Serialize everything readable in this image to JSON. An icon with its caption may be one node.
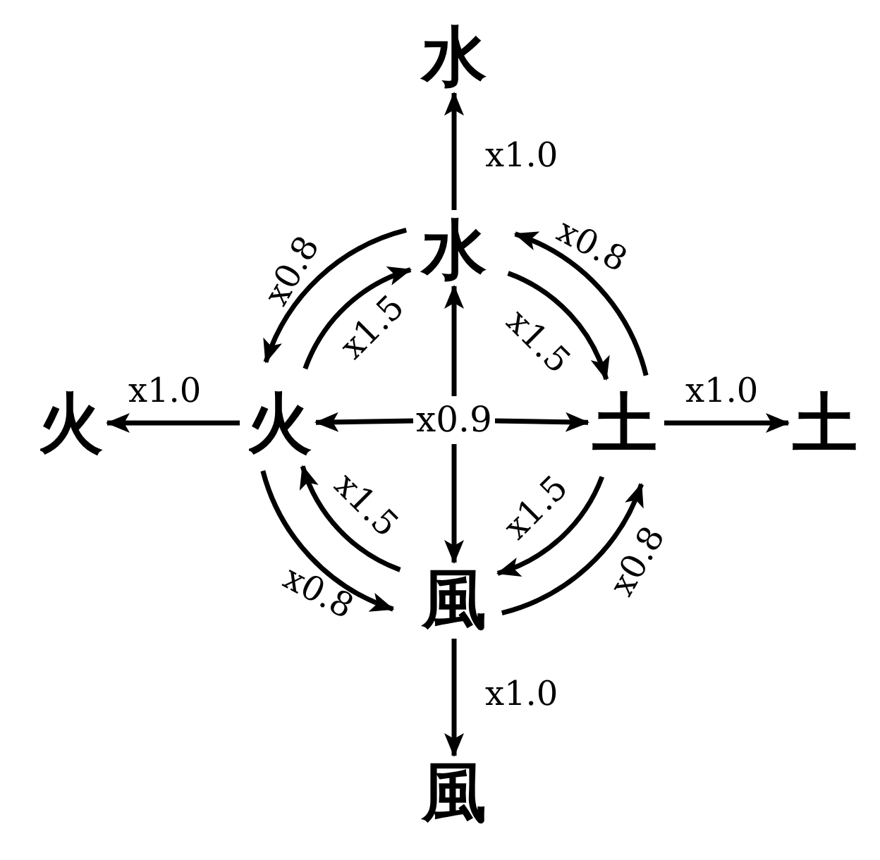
{
  "diagram": {
    "nodes": [
      {
        "text": [
          "水"
        ]
      },
      {
        "text": [
          "水"
        ]
      },
      {
        "text": [
          "火"
        ]
      },
      {
        "text": [
          "火"
        ]
      },
      {
        "text": [
          "土"
        ]
      },
      {
        "text": [
          "土"
        ]
      },
      {
        "text": [
          "風"
        ]
      },
      {
        "text": [
          "風"
        ]
      },
      {
        "text": [
          "x0.9"
        ]
      }
    ],
    "edges": [
      {
        "from": 1,
        "to": 0,
        "arrow": "to",
        "label": "x1.0"
      },
      {
        "from": 3,
        "to": 2,
        "arrow": "to",
        "label": "x1.0"
      },
      {
        "from": 4,
        "to": 5,
        "arrow": "to",
        "label": "x1.0"
      },
      {
        "from": 6,
        "to": 7,
        "arrow": "to",
        "label": "x1.0"
      },
      {
        "from": 8,
        "to": 1,
        "arrow": "to"
      },
      {
        "from": 8,
        "to": 3,
        "arrow": "to"
      },
      {
        "from": 8,
        "to": 4,
        "arrow": "to"
      },
      {
        "from": 8,
        "to": 6,
        "arrow": "to"
      },
      {
        "from": 3,
        "to": 1,
        "arrow": "to",
        "label": "x1.5"
      },
      {
        "from": 1,
        "to": 4,
        "arrow": "to",
        "label": "x1.5"
      },
      {
        "from": 4,
        "to": 6,
        "arrow": "to",
        "label": "x1.5"
      },
      {
        "from": 6,
        "to": 3,
        "arrow": "to",
        "label": "x1.5"
      },
      {
        "from": 1,
        "to": 3,
        "arrow": "to",
        "label": "x0.8"
      },
      {
        "from": 4,
        "to": 1,
        "arrow": "to",
        "label": "x0.8"
      },
      {
        "from": 6,
        "to": 4,
        "arrow": "to",
        "label": "x0.8"
      },
      {
        "from": 3,
        "to": 6,
        "arrow": "to",
        "label": "x0.8"
      }
    ]
  }
}
